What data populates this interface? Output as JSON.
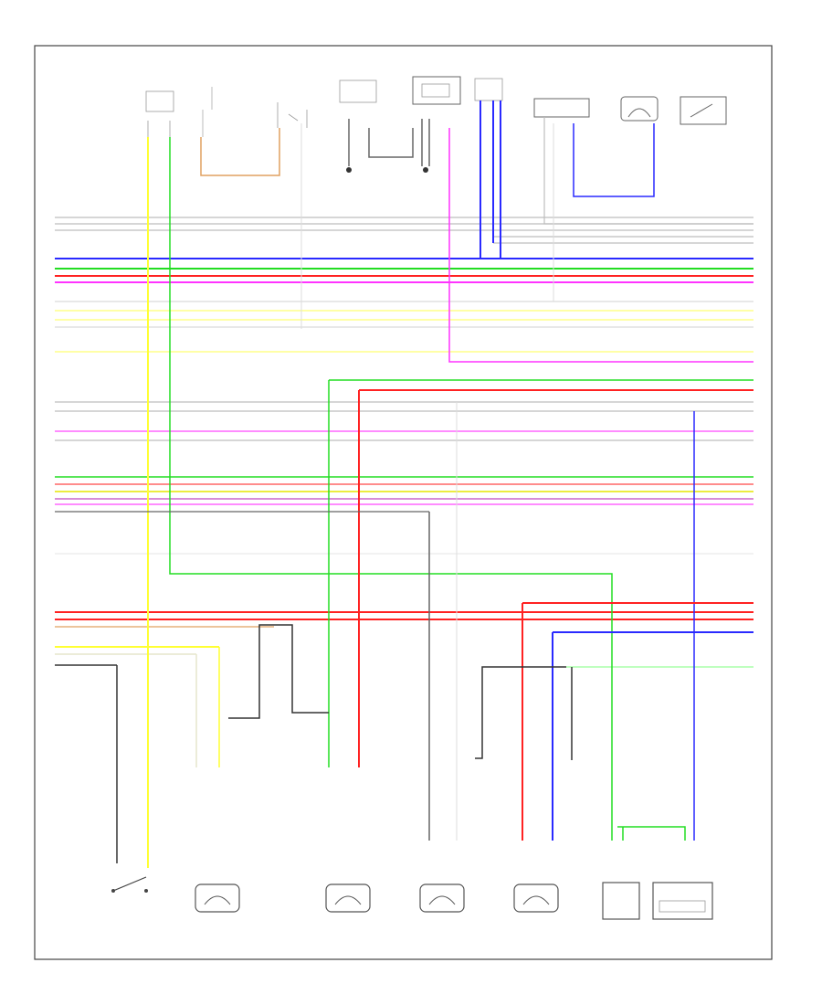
{
  "diagram": {
    "footer_label": "",
    "colors": {
      "frame": "#444444",
      "gray_wire": "#bdbdbd",
      "blue": "#2a2aff",
      "green": "#22dd22",
      "red": "#ff2222",
      "magenta": "#ff33ff",
      "yellow": "#ffff33",
      "orange": "#e0a060",
      "black": "#333333"
    },
    "components": [
      {
        "id": "left-front-module",
        "label": ""
      },
      {
        "id": "sensor-module",
        "label": ""
      },
      {
        "id": "dimmer-switch",
        "label": ""
      },
      {
        "id": "power-unit",
        "label": ""
      },
      {
        "id": "combination-switch",
        "label": ""
      },
      {
        "id": "right-module",
        "label": ""
      },
      {
        "id": "left-rear-sensor",
        "label": ""
      },
      {
        "id": "right-rear-switch",
        "label": ""
      },
      {
        "id": "hood-switch",
        "label": ""
      },
      {
        "id": "left-front-door-switch",
        "label": ""
      },
      {
        "id": "left-front-speaker",
        "label": ""
      },
      {
        "id": "right-front-speaker",
        "label": ""
      },
      {
        "id": "left-rear-speaker",
        "label": ""
      },
      {
        "id": "right-rear-speaker",
        "label": ""
      },
      {
        "id": "left-switch-unit",
        "label": ""
      },
      {
        "id": "junction-module",
        "label": ""
      }
    ],
    "grounds": [
      {
        "id": "ground-g1",
        "label": ""
      },
      {
        "id": "ground-g2",
        "label": ""
      }
    ]
  }
}
